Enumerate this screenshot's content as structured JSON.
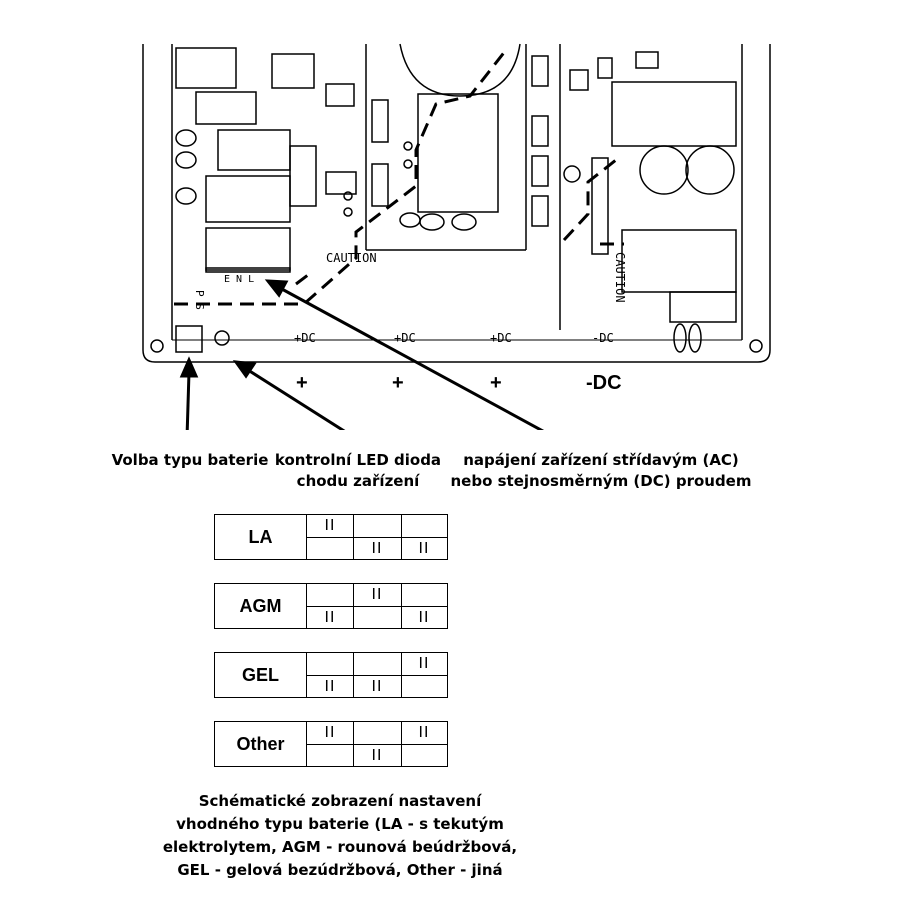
{
  "pcb": {
    "silkscreen": {
      "caution_left": "CAUTION",
      "caution_right": "CAUTION",
      "enl": "E  N  L",
      "ps": "P S",
      "dc_plus_1": "+DC",
      "dc_plus_2": "+DC",
      "dc_plus_3": "+DC",
      "dc_minus": "-DC"
    }
  },
  "terminals": {
    "plus_1": "+",
    "plus_2": "+",
    "plus_3": "+",
    "minus": "-DC"
  },
  "callouts": {
    "battery_type": "Volba typu baterie",
    "led": "kontrolní LED dioda\nchodu zařízení",
    "power": "napájení zařízení střídavým (AC)\nnebo stejnosměrným (DC) proudem"
  },
  "battery_tables": [
    {
      "name": "LA",
      "switch_symbol": "II",
      "positions": [
        "up",
        "down",
        "down"
      ]
    },
    {
      "name": "AGM",
      "switch_symbol": "II",
      "positions": [
        "down",
        "up",
        "down"
      ]
    },
    {
      "name": "GEL",
      "switch_symbol": "II",
      "positions": [
        "down",
        "down",
        "up"
      ]
    },
    {
      "name": "Other",
      "switch_symbol": "II",
      "positions": [
        "up",
        "down",
        "up"
      ]
    }
  ],
  "caption": "Schématické zobrazení nastavení\nvhodného typu baterie (LA - s tekutým\nelektrolytem, AGM - rounová beúdržbová,\nGEL - gelová bezúdržbová, Other - jiná"
}
